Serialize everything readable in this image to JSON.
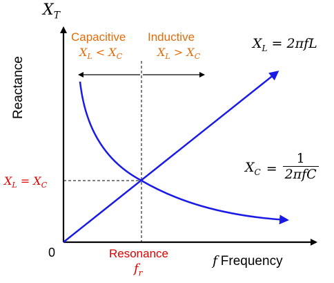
{
  "y_axis": {
    "symbol": "X",
    "symbol_sub": "T",
    "label": "Reactance"
  },
  "x_axis": {
    "symbol": "f",
    "label": "Frequency"
  },
  "origin_label": "0",
  "regions": {
    "capacitive": {
      "title": "Capacitive",
      "condition_left": "X",
      "condition_left_sub": "L",
      "condition_op": "<",
      "condition_right": "X",
      "condition_right_sub": "C"
    },
    "inductive": {
      "title": "Inductive",
      "condition_left": "X",
      "condition_left_sub": "L",
      "condition_op": ">",
      "condition_right": "X",
      "condition_right_sub": "C"
    }
  },
  "formulas": {
    "xl": {
      "lhs": "X",
      "lhs_sub": "L",
      "rhs": "= 2πfL"
    },
    "xc": {
      "lhs": "X",
      "lhs_sub": "C",
      "eq": "=",
      "numerator": "1",
      "denominator": "2πfC"
    }
  },
  "equality_marker": {
    "left": "X",
    "left_sub": "L",
    "eq": "=",
    "right": "X",
    "right_sub": "C"
  },
  "resonance": {
    "title": "Resonance",
    "symbol": "f",
    "symbol_sub": "r"
  },
  "colors": {
    "curve": "#1A1AE6",
    "axis": "#000000",
    "region_text": "#E36C09",
    "highlight_text": "#E00000"
  }
}
